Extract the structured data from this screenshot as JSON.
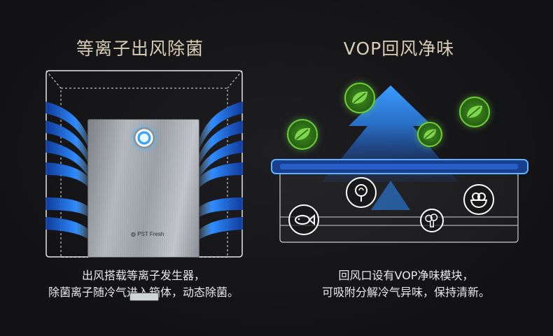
{
  "left": {
    "title": "等离子出风除菌",
    "caption_lines": [
      "出风搭载等离子发生器，",
      "除菌离子随冷气进入箱体，动态除菌。"
    ],
    "brand": "PST Fresh"
  },
  "right": {
    "title": "VOP回风净味",
    "caption_lines": [
      "回风口设有VOP净味模块，",
      "可吸附分解冷气异味，保持清新。"
    ]
  },
  "colors": {
    "title": "#d7ccb4",
    "caption": "#e8e8e8",
    "airflow_blue": "#2f8cff",
    "leaf_green": "#6fd13a"
  },
  "icons": {
    "badges": [
      "leaf-icon",
      "leaf-icon",
      "leaf-icon",
      "leaf-icon"
    ],
    "food": [
      "candy-icon",
      "fish-icon",
      "broccoli-icon",
      "fruit-bowl-icon"
    ]
  }
}
